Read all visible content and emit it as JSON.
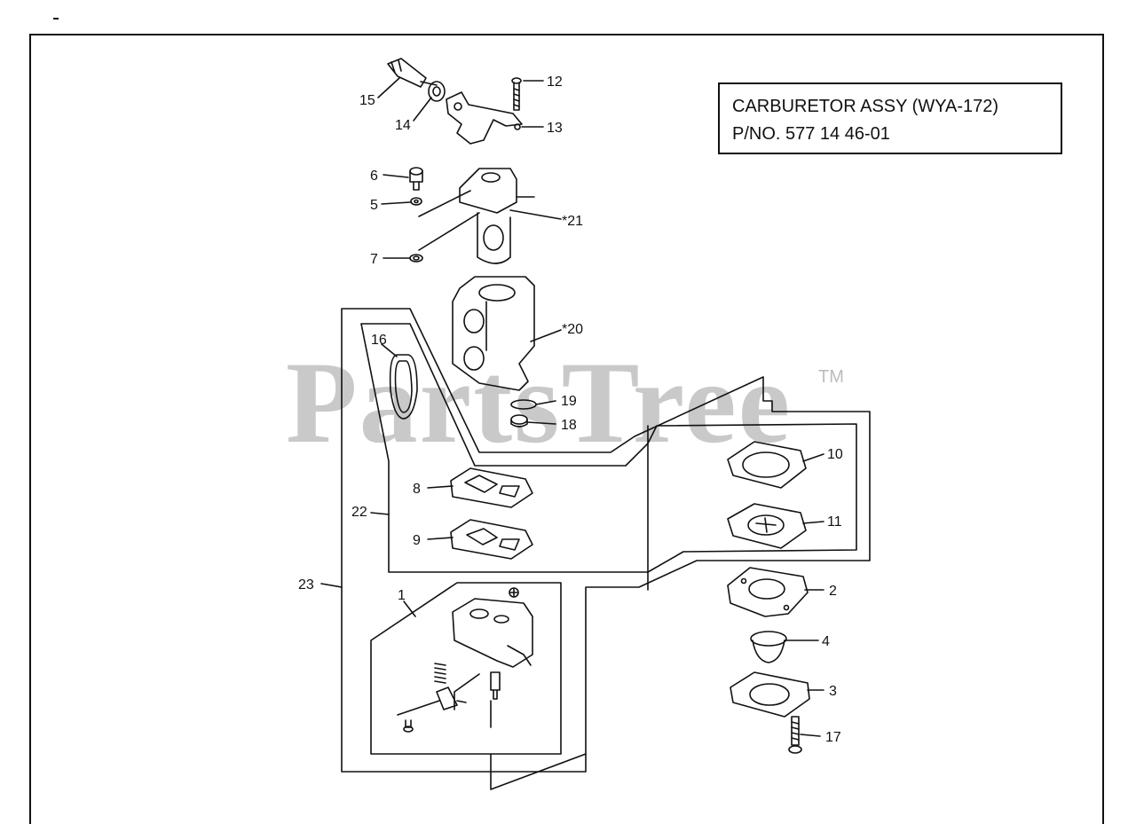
{
  "title_box": {
    "line1": "CARBURETOR ASSY (WYA-172)",
    "line2": "P/NO. 577 14 46-01"
  },
  "watermark": {
    "brand": "PartsTree",
    "tm": "TM"
  },
  "callouts": [
    {
      "id": "c1",
      "label": "1"
    },
    {
      "id": "c2",
      "label": "2"
    },
    {
      "id": "c3",
      "label": "3"
    },
    {
      "id": "c4",
      "label": "4"
    },
    {
      "id": "c5",
      "label": "5"
    },
    {
      "id": "c6",
      "label": "6"
    },
    {
      "id": "c7",
      "label": "7"
    },
    {
      "id": "c8",
      "label": "8"
    },
    {
      "id": "c9",
      "label": "9"
    },
    {
      "id": "c10",
      "label": "10"
    },
    {
      "id": "c11",
      "label": "11"
    },
    {
      "id": "c12",
      "label": "12"
    },
    {
      "id": "c13",
      "label": "13"
    },
    {
      "id": "c14",
      "label": "14"
    },
    {
      "id": "c15",
      "label": "15"
    },
    {
      "id": "c16",
      "label": "16"
    },
    {
      "id": "c17",
      "label": "17"
    },
    {
      "id": "c18",
      "label": "18"
    },
    {
      "id": "c19",
      "label": "19"
    },
    {
      "id": "c20",
      "label": "*20"
    },
    {
      "id": "c21",
      "label": "*21"
    },
    {
      "id": "c22",
      "label": "22"
    },
    {
      "id": "c23",
      "label": "23"
    }
  ]
}
